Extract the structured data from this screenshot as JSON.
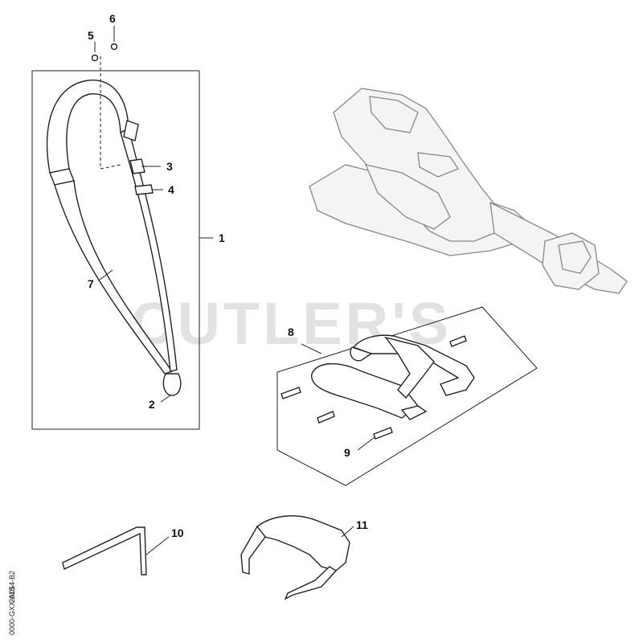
{
  "watermark": "CUTLER'S",
  "side_label": "0000-GXX-A054-B2",
  "side_label_code": "2013",
  "callouts": {
    "c1": "1",
    "c2": "2",
    "c3": "3",
    "c4": "4",
    "c5": "5",
    "c6": "6",
    "c7": "7",
    "c8": "8",
    "c9": "9",
    "c10": "10",
    "c11": "11"
  },
  "parts": [
    {
      "ref": "1",
      "icon": "shoulder-strap-harness-icon"
    },
    {
      "ref": "2",
      "icon": "carabiner-hook-icon"
    },
    {
      "ref": "3",
      "icon": "strap-buckle-icon"
    },
    {
      "ref": "4",
      "icon": "strap-slide-icon"
    },
    {
      "ref": "5",
      "icon": "screw-icon"
    },
    {
      "ref": "6",
      "icon": "nut-icon"
    },
    {
      "ref": "7",
      "icon": "webbing-strap-icon"
    },
    {
      "ref": "8",
      "icon": "loop-handle-bracket-icon"
    },
    {
      "ref": "9",
      "icon": "screw-icon"
    },
    {
      "ref": "10",
      "icon": "hex-key-icon"
    },
    {
      "ref": "11",
      "icon": "safety-glasses-icon"
    }
  ],
  "colors": {
    "line": "#222222",
    "watermark": "#d6d6d6",
    "ghost_unit": "#8a8a8a"
  }
}
